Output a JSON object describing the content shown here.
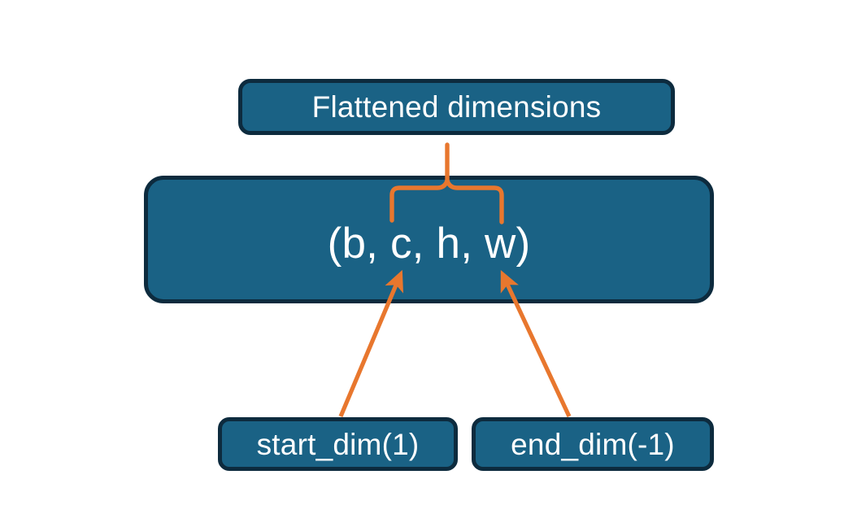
{
  "diagram": {
    "title": "torch flatten dimensions diagram",
    "background_color": "#ffffff",
    "node_fill_color": "#1a6285",
    "node_border_color": "#0d2b3e",
    "node_text_color": "#ffffff",
    "connector_color": "#e8772e"
  },
  "nodes": {
    "flattened": {
      "label": "Flattened dimensions"
    },
    "shape": {
      "label": "(b, c, h, w)"
    },
    "start_dim": {
      "label": "start_dim(1)"
    },
    "end_dim": {
      "label": "end_dim(-1)"
    }
  },
  "connectors": {
    "brace": {
      "name": "curly-brace-over-c-h-w",
      "color": "#e8772e",
      "points_to": "Flattened dimensions"
    },
    "arrow_start_dim": {
      "name": "arrow-start-dim-to-c",
      "color": "#e8772e",
      "from": "start_dim(1)",
      "to": "c"
    },
    "arrow_end_dim": {
      "name": "arrow-end-dim-to-w",
      "color": "#e8772e",
      "from": "end_dim(-1)",
      "to": "w"
    }
  }
}
